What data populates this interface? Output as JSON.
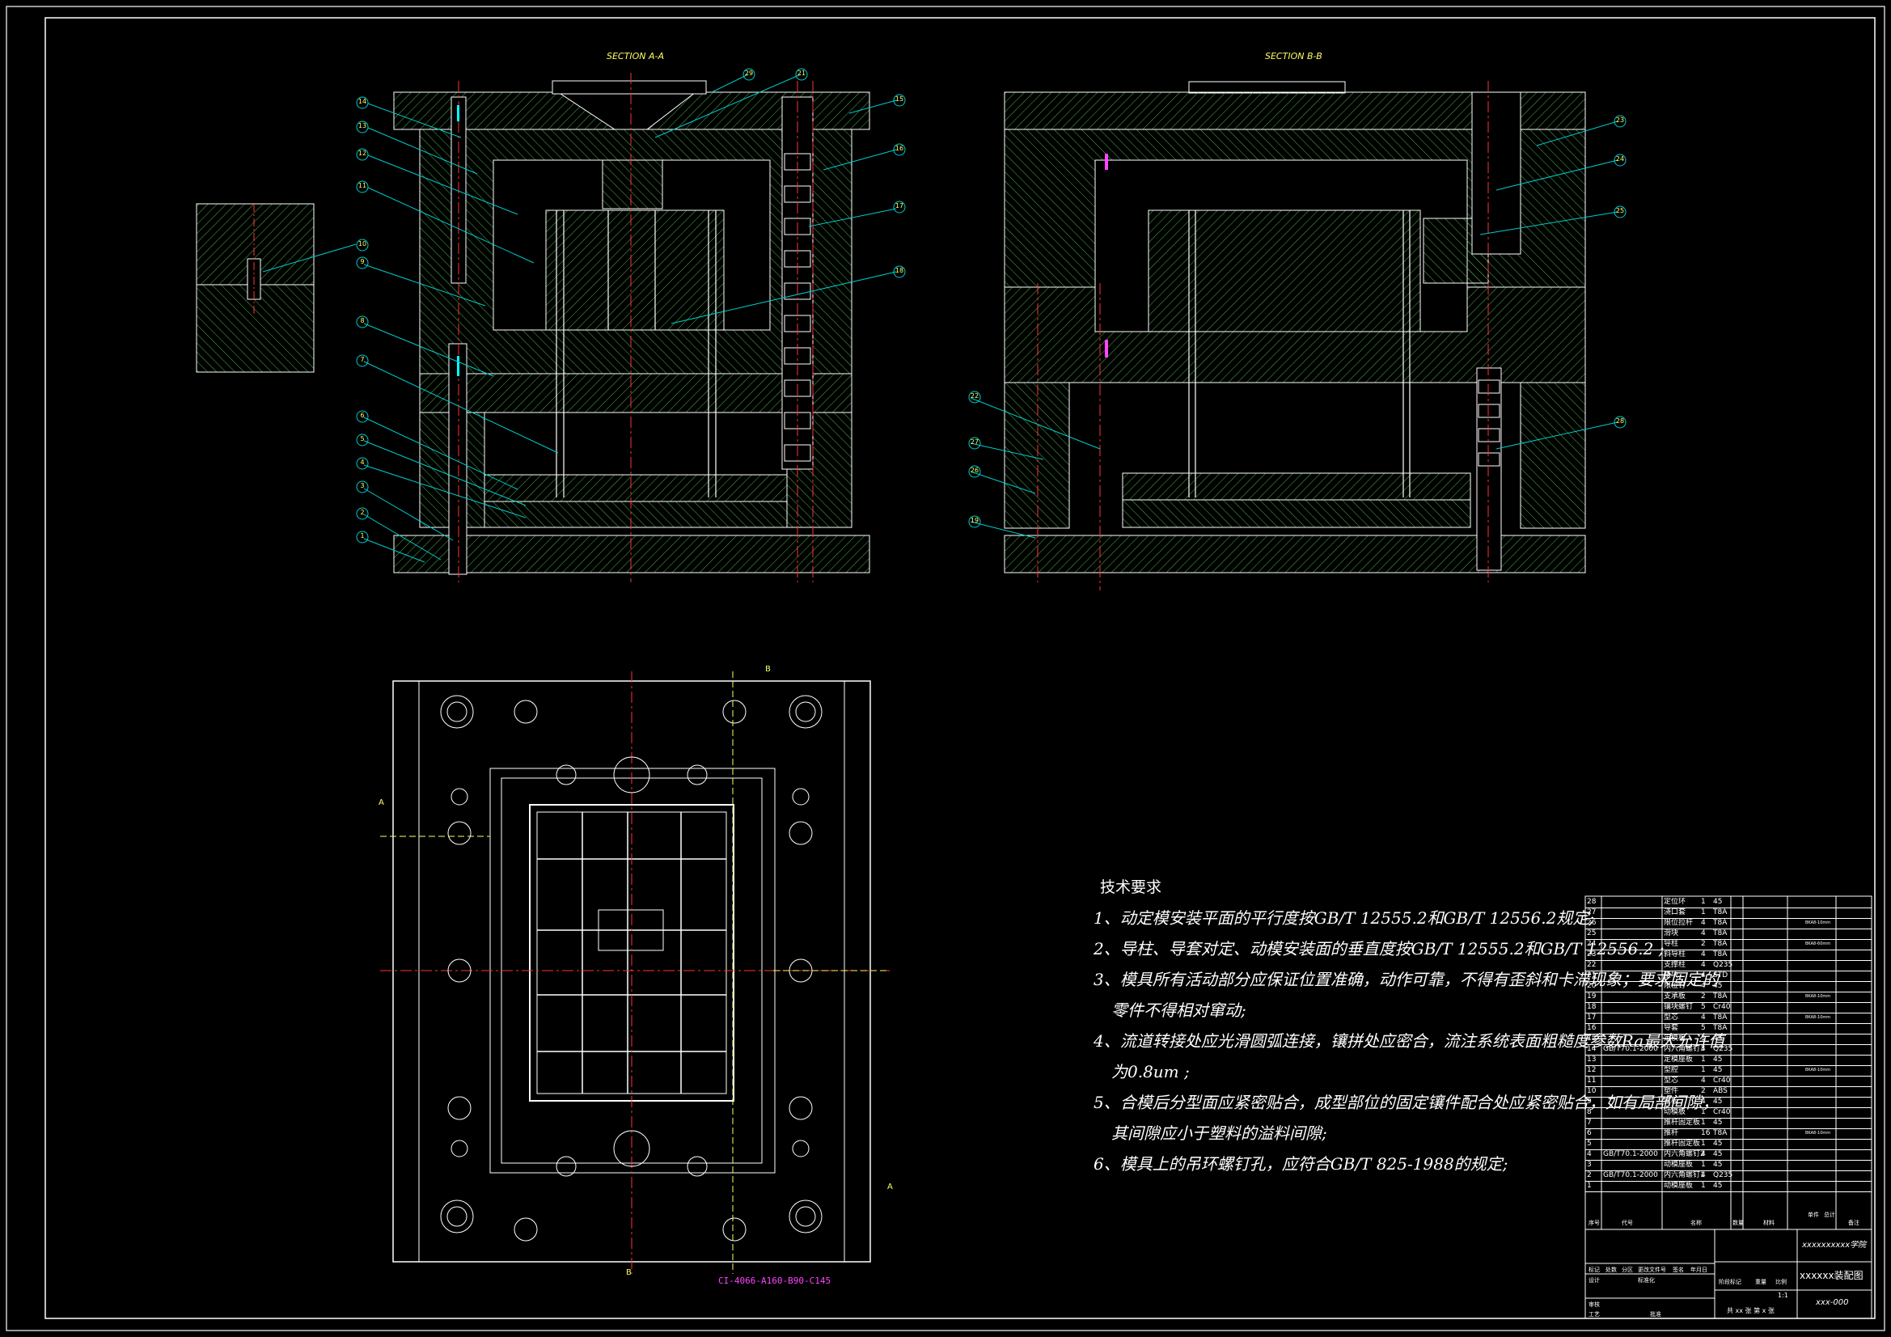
{
  "section_titles": {
    "a": "SECTION A-A",
    "b": "SECTION B-B"
  },
  "cut_labels": {
    "a": "A",
    "b": "B"
  },
  "balloons_left": [
    "14",
    "13",
    "12",
    "11",
    "10",
    "9",
    "8",
    "7",
    "6",
    "5",
    "4",
    "3",
    "2",
    "1",
    "29",
    "21",
    "15",
    "16",
    "17",
    "18"
  ],
  "balloons_right": [
    "22",
    "27",
    "26",
    "19",
    "23",
    "24",
    "25",
    "28"
  ],
  "material_note": "CI-4066-A160-B90-C145",
  "tech_requirements": {
    "title": "技术要求",
    "items": [
      "1、动定模安装平面的平行度按GB/T 12555.2和GB/T 12556.2规定;",
      "2、导柱、导套对定、动模安装面的垂直度按GB/T 12555.2和GB/T 12556.2 ;",
      "3、模具所有活动部分应保证位置准确，动作可靠，不得有歪斜和卡滞现象；要求固定的",
      "零件不得相对窜动;",
      "4、流道转接处应光滑圆弧连接，镶拼处应密合，流注系统表面粗糙度参数Ra最大允许值",
      "为0.8um ;",
      "5、合模后分型面应紧密贴合，成型部位的固定镶件配合处应紧密贴合，如有局部间隙，",
      "其间隙应小于塑料的溢料间隙;",
      "6、模具上的吊环螺钉孔，应符合GB/T 825-1988的规定;"
    ]
  },
  "bom": [
    {
      "no": "28",
      "std": "",
      "name": "定位环",
      "qty": "1",
      "mat": "45",
      "note": ""
    },
    {
      "no": "27",
      "std": "",
      "name": "浇口套",
      "qty": "1",
      "mat": "T8A",
      "note": ""
    },
    {
      "no": "26",
      "std": "",
      "name": "限位拉杆",
      "qty": "4",
      "mat": "T8A",
      "note": "BKA8-10mm"
    },
    {
      "no": "25",
      "std": "",
      "name": "滑块",
      "qty": "4",
      "mat": "T8A",
      "note": ""
    },
    {
      "no": "24",
      "std": "",
      "name": "导柱",
      "qty": "2",
      "mat": "T8A",
      "note": "BKA8-60mm"
    },
    {
      "no": "23",
      "std": "",
      "name": "斜导柱",
      "qty": "4",
      "mat": "T8A",
      "note": ""
    },
    {
      "no": "22",
      "std": "",
      "name": "支撑柱",
      "qty": "4",
      "mat": "Q235",
      "note": ""
    },
    {
      "no": "21",
      "std": "",
      "name": "垫块",
      "qty": "4",
      "mat": "STD",
      "note": ""
    },
    {
      "no": "20",
      "std": "",
      "name": "限位钉",
      "qty": "4",
      "mat": "45",
      "note": ""
    },
    {
      "no": "19",
      "std": "",
      "name": "支承板",
      "qty": "2",
      "mat": "T8A",
      "note": "BKA8-10mm"
    },
    {
      "no": "18",
      "std": "",
      "name": "镶块螺钉",
      "qty": "5",
      "mat": "Cr40",
      "note": ""
    },
    {
      "no": "17",
      "std": "",
      "name": "型芯",
      "qty": "4",
      "mat": "T8A",
      "note": "BKA8-10mm"
    },
    {
      "no": "16",
      "std": "",
      "name": "导套",
      "qty": "5",
      "mat": "T8A",
      "note": ""
    },
    {
      "no": "15",
      "std": "",
      "name": "定模板",
      "qty": "1",
      "mat": "45",
      "note": ""
    },
    {
      "no": "14",
      "std": "GB/T70.1-2000",
      "name": "内六角螺钉3",
      "qty": "4",
      "mat": "Q235",
      "note": ""
    },
    {
      "no": "13",
      "std": "",
      "name": "定模座板",
      "qty": "1",
      "mat": "45",
      "note": ""
    },
    {
      "no": "12",
      "std": "",
      "name": "型腔",
      "qty": "1",
      "mat": "45",
      "note": "BKA8-10mm"
    },
    {
      "no": "11",
      "std": "",
      "name": "型芯",
      "qty": "4",
      "mat": "Cr40",
      "note": ""
    },
    {
      "no": "10",
      "std": "",
      "name": "塑件",
      "qty": "2",
      "mat": "ABS",
      "note": ""
    },
    {
      "no": "9",
      "std": "",
      "name": "推板",
      "qty": "4",
      "mat": "45",
      "note": ""
    },
    {
      "no": "8",
      "std": "",
      "name": "动模板",
      "qty": "1",
      "mat": "Cr40",
      "note": ""
    },
    {
      "no": "7",
      "std": "",
      "name": "推杆固定板",
      "qty": "1",
      "mat": "45",
      "note": ""
    },
    {
      "no": "6",
      "std": "",
      "name": "推杆",
      "qty": "16",
      "mat": "T8A",
      "note": "BKA8-10mm"
    },
    {
      "no": "5",
      "std": "",
      "name": "推杆固定板",
      "qty": "1",
      "mat": "45",
      "note": ""
    },
    {
      "no": "4",
      "std": "GB/T70.1-2000",
      "name": "内六角螺钉2",
      "qty": "4",
      "mat": "45",
      "note": ""
    },
    {
      "no": "3",
      "std": "",
      "name": "动模座板",
      "qty": "1",
      "mat": "45",
      "note": ""
    },
    {
      "no": "2",
      "std": "GB/T70.1-2000",
      "name": "内六角螺钉1",
      "qty": "4",
      "mat": "Q235",
      "note": ""
    },
    {
      "no": "1",
      "std": "",
      "name": "动模座板",
      "qty": "1",
      "mat": "45",
      "note": ""
    }
  ],
  "title_block": {
    "school": "xxxxxxxxxx学院",
    "drawing_title": "xxxxxx装配图",
    "drawing_no": "xxx-000",
    "scale": "1:1",
    "sheets": "共 xx 张  第 x 张",
    "labels": {
      "mark": "标记",
      "count": "处数",
      "zone": "分区",
      "change_no": "更改文件号",
      "sign": "签名",
      "date": "年月日",
      "design": "设计",
      "std": "标准化",
      "stage": "阶段标记",
      "weight": "重量",
      "ratio": "比例",
      "check": "审核",
      "process": "工艺",
      "approve": "批准",
      "no": "序号",
      "code": "代号",
      "name": "名称",
      "qty": "数量",
      "mat": "材料",
      "single": "单件",
      "total": "总计",
      "remark": "备注"
    }
  }
}
